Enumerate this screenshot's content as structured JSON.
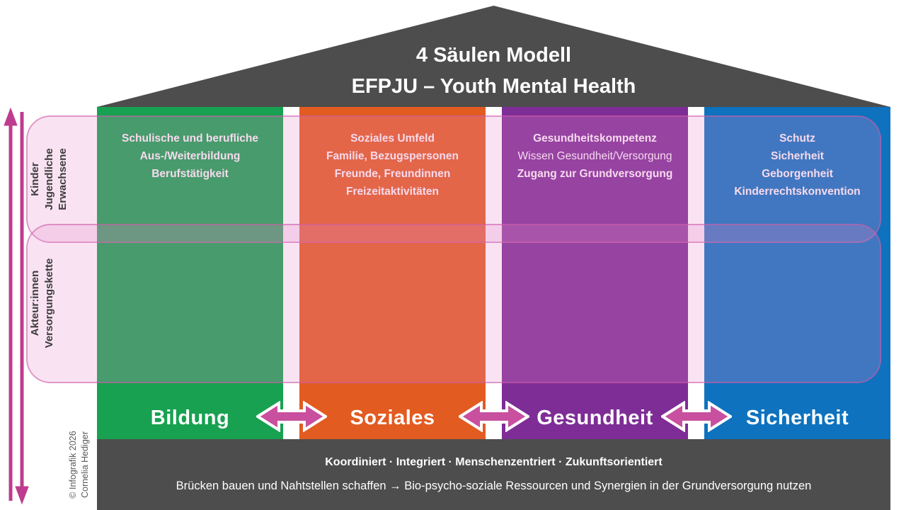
{
  "title": {
    "line1": "4 Säulen Modell",
    "line2": "EFPJU – Youth Mental Health"
  },
  "colors": {
    "roof": "#4D4D4D",
    "footer": "#4D4D4D",
    "pillar_green": "#17A150",
    "pillar_orange": "#E25B21",
    "pillar_purple": "#7E2D96",
    "pillar_blue": "#0E72BE",
    "overlay_pink": "#F7DCEE",
    "h_arrow_magenta": "#C8509F",
    "side_arrow_magenta": "#BE3C8D"
  },
  "side": {
    "age_groups": {
      "line1": "Kinder",
      "line2": "Jugendliche",
      "line3": "Erwachsene"
    },
    "actors": {
      "line1": "Akteur:innen",
      "line2": "Versorgungskette"
    },
    "credit": {
      "line1": "© Infografik 2026",
      "line2": "Cornelia Hediger"
    }
  },
  "pillars": [
    {
      "name": "Bildung",
      "color": "#17A150",
      "lines": {
        "0": "Schulische und berufliche",
        "1": "Aus-/Weiterbildung",
        "2": "Berufstätigkeit"
      }
    },
    {
      "name": "Soziales",
      "color": "#E25B21",
      "lines": {
        "0": "Soziales Umfeld",
        "1": "Familie, Bezugspersonen",
        "2": "Freunde, Freundinnen",
        "3": "Freizeitaktivitäten"
      }
    },
    {
      "name": "Gesundheit",
      "color": "#7E2D96",
      "lines": {
        "0": "Gesundheitskompetenz",
        "1": "Wissen Gesundheit/Versorgung",
        "2": "Zugang zur Grundversorgung"
      }
    },
    {
      "name": "Sicherheit",
      "color": "#0E72BE",
      "lines": {
        "0": "Schutz",
        "1": "Sicherheit",
        "2": "Geborgenheit",
        "3": "Kinderrechtskonvention"
      }
    }
  ],
  "footer": {
    "line1": "Koordiniert · Integriert · Menschenzentriert · Zukunftsorientiert",
    "line2": "Brücken bauen und Nahtstellen schaffen → Bio-psycho-soziale Ressourcen und Synergien in der Grundversorgung nutzen"
  }
}
